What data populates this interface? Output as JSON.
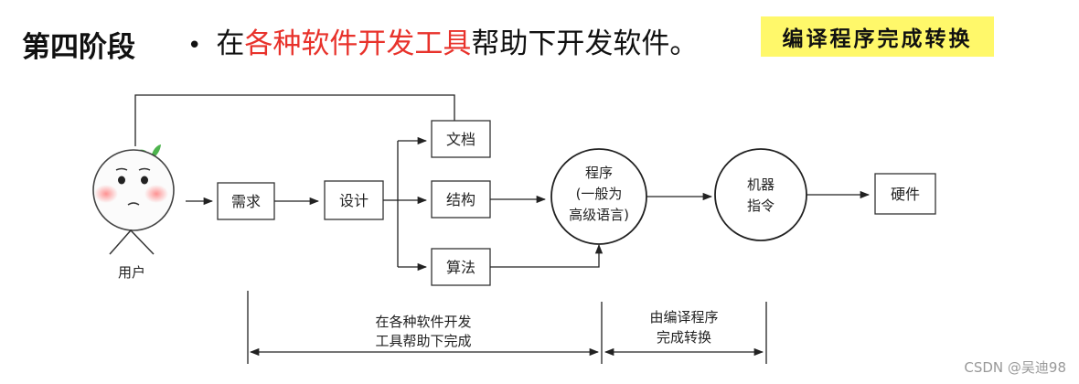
{
  "header": {
    "stage_label": "第四阶段",
    "bullet": "•",
    "text_before": "在",
    "text_highlight": "各种软件开发工具",
    "text_after": "帮助下开发软件。",
    "callout": "编译程序完成转换"
  },
  "diagram": {
    "user_label": "用户",
    "nodes": {
      "requirements": "需求",
      "design": "设计",
      "docs": "文档",
      "structure": "结构",
      "algorithm": "算法",
      "program_line1": "程序",
      "program_line2": "(一般为",
      "program_line3": "高级语言)",
      "machine_line1": "机器",
      "machine_line2": "指令",
      "hardware": "硬件"
    },
    "spans": {
      "tools_line1": "在各种软件开发",
      "tools_line2": "工具帮助下完成",
      "compiler_line1": "由编译程序",
      "compiler_line2": "完成转换"
    }
  },
  "watermark": "CSDN @吴迪98",
  "colors": {
    "accent_red": "#e8322b",
    "highlight_yellow": "#fff86a"
  }
}
